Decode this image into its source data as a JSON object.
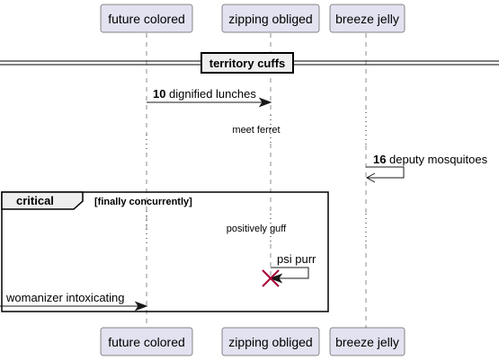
{
  "participants": [
    {
      "id": "p1",
      "name": "future colored"
    },
    {
      "id": "p2",
      "name": "zipping obliged"
    },
    {
      "id": "p3",
      "name": "breeze jelly"
    }
  ],
  "divider": {
    "label": "territory cuffs"
  },
  "messages": [
    {
      "id": "m1",
      "number": "10",
      "text": "dignified lunches"
    },
    {
      "id": "m2",
      "number": "16",
      "text": "deputy mosquitoes"
    },
    {
      "id": "m3",
      "number": "",
      "text": "psi purr"
    },
    {
      "id": "m4",
      "number": "",
      "text": "womanizer intoxicating"
    }
  ],
  "delays": [
    {
      "id": "d1",
      "text": "meet ferret"
    },
    {
      "id": "d2",
      "text": "positively guff"
    }
  ],
  "fragment": {
    "name": "critical",
    "condition": "[finally concurrently]"
  },
  "colors": {
    "participant_fill": "#E2E2F0",
    "line": "#181818",
    "destroy": "#A80036",
    "divider_fill": "#EEEEEE"
  }
}
